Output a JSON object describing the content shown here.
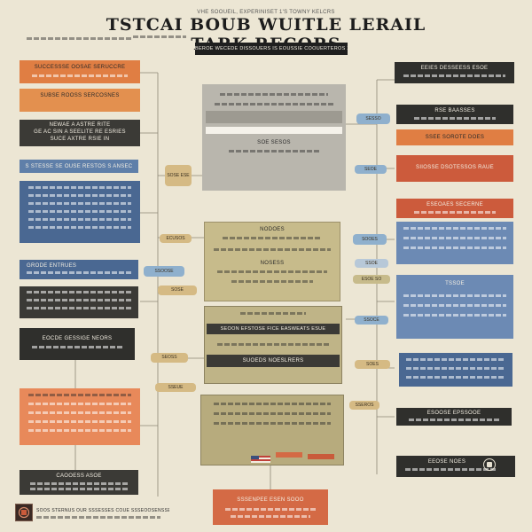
{
  "header": {
    "subtitle": "VHE SOOUEIL, EXPERINISET 1'S TOWNY KELCRS",
    "title": "TSTCAI BOUB WUITLE LERAIL TARK RECORS",
    "tagline": "BEROE WECEDE DISSOUERS IS EOUSSIE COOUERTEROS 2RS"
  },
  "left_column": {
    "box1": "SUCCESSSE OOSAE SERUCCRE",
    "box2": "SUBSE ROOSS SERCOSNES",
    "box3_line1": "NEWAE A ASTRE RITE",
    "box3_line2": "GE AC SIN A SEELITE RE ESRIES",
    "box3_line3": "SUCE AXTRE RSIE IN",
    "box4": "S STESSE SE OUSE RESTOS S ANSEC",
    "box5_title": "GRODE ENTRUES",
    "box7_title": "EOCDE GESSIGE NEORS",
    "box9_title": "CAOOESS ASOE",
    "bottom_caption": "SOOS STERNUS OUR SSSESSES COUE SSSEOOSENSSEROU"
  },
  "center_column": {
    "center_label_1": "SOE SESOS",
    "center_label_2": "NODOES",
    "center_label_3": "NOSESS",
    "center_label_4": "SEOON EFSTOSE FICE EASWEATS ESUE",
    "center_label_5": "SUOEDS NOESLRERS",
    "bottom_tag": "SSSENPEE ESEN SOOO"
  },
  "right_column": {
    "box1": "EEIES DESSEESS ESOE",
    "box2": "RSE BAASSES",
    "box3": "SSEE SOROTE DOES",
    "box4": "SIIOSSE DSOTESSOS RAUE",
    "box5": "ESEOAES SECERNE",
    "box6": "TSSOE",
    "box8": "ESOOSE EPSSOOE",
    "box9": "EEOSE NOES"
  },
  "connector_tags": {
    "t1": "SOSE ESE",
    "t2": "ECUSOS",
    "t3": "SSOOSE",
    "t4": "SOSE",
    "t5": "SEOSS",
    "t6": "SSEUE",
    "t7": "SESSO",
    "t8": "SEOE",
    "t9": "SOOES",
    "t10": "SSOE",
    "t11": "ESOE SO",
    "t12": "SSOCE",
    "t13": "SOES",
    "t14": "SSEROS"
  },
  "colors": {
    "background": "#ece6d4",
    "orange": "#e07e43",
    "rust": "#cc5b3c",
    "charcoal": "#3b3a36",
    "navy": "#4a6892",
    "blue_grey": "#5f7fa9",
    "olive": "#c7bb8b",
    "tan_tag": "#d5ba84",
    "blue_tag": "#8fb0cd",
    "grey_panel": "#b9b6ad"
  },
  "icons": [
    "seal-icon",
    "emblem-icon",
    "flag-icon"
  ]
}
